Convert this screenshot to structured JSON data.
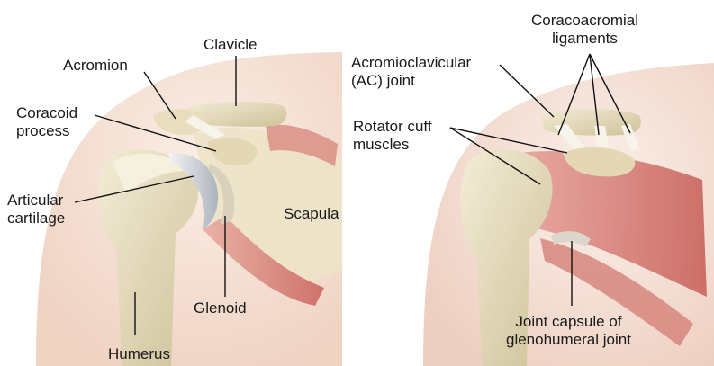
{
  "labels": {
    "acromion": "Acromion",
    "clavicle": "Clavicle",
    "coracoid_process": [
      "Coracoid",
      "process"
    ],
    "articular_cartilage": [
      "Articular",
      "cartilage"
    ],
    "scapula": "Scapula",
    "glenoid": "Glenoid",
    "humerus": "Humerus",
    "coracoacromial_ligaments": [
      "Coracoacromial",
      "ligaments"
    ],
    "ac_joint": [
      "Acromioclavicular",
      "(AC) joint"
    ],
    "rotator_cuff_muscles": [
      "Rotator cuff",
      "muscles"
    ],
    "joint_capsule": [
      "Joint capsule of",
      "glenohumeral joint"
    ]
  },
  "colors": {
    "skin": "#f6e4d8",
    "bone": "#ebe2c4",
    "bone_shadow": "#cfc29a",
    "muscle": "#d97a72",
    "muscle_light": "#eaa39a",
    "cartilage": "#c8ccd4",
    "ligament": "#f4f1ea",
    "leader_line": "#111111"
  }
}
